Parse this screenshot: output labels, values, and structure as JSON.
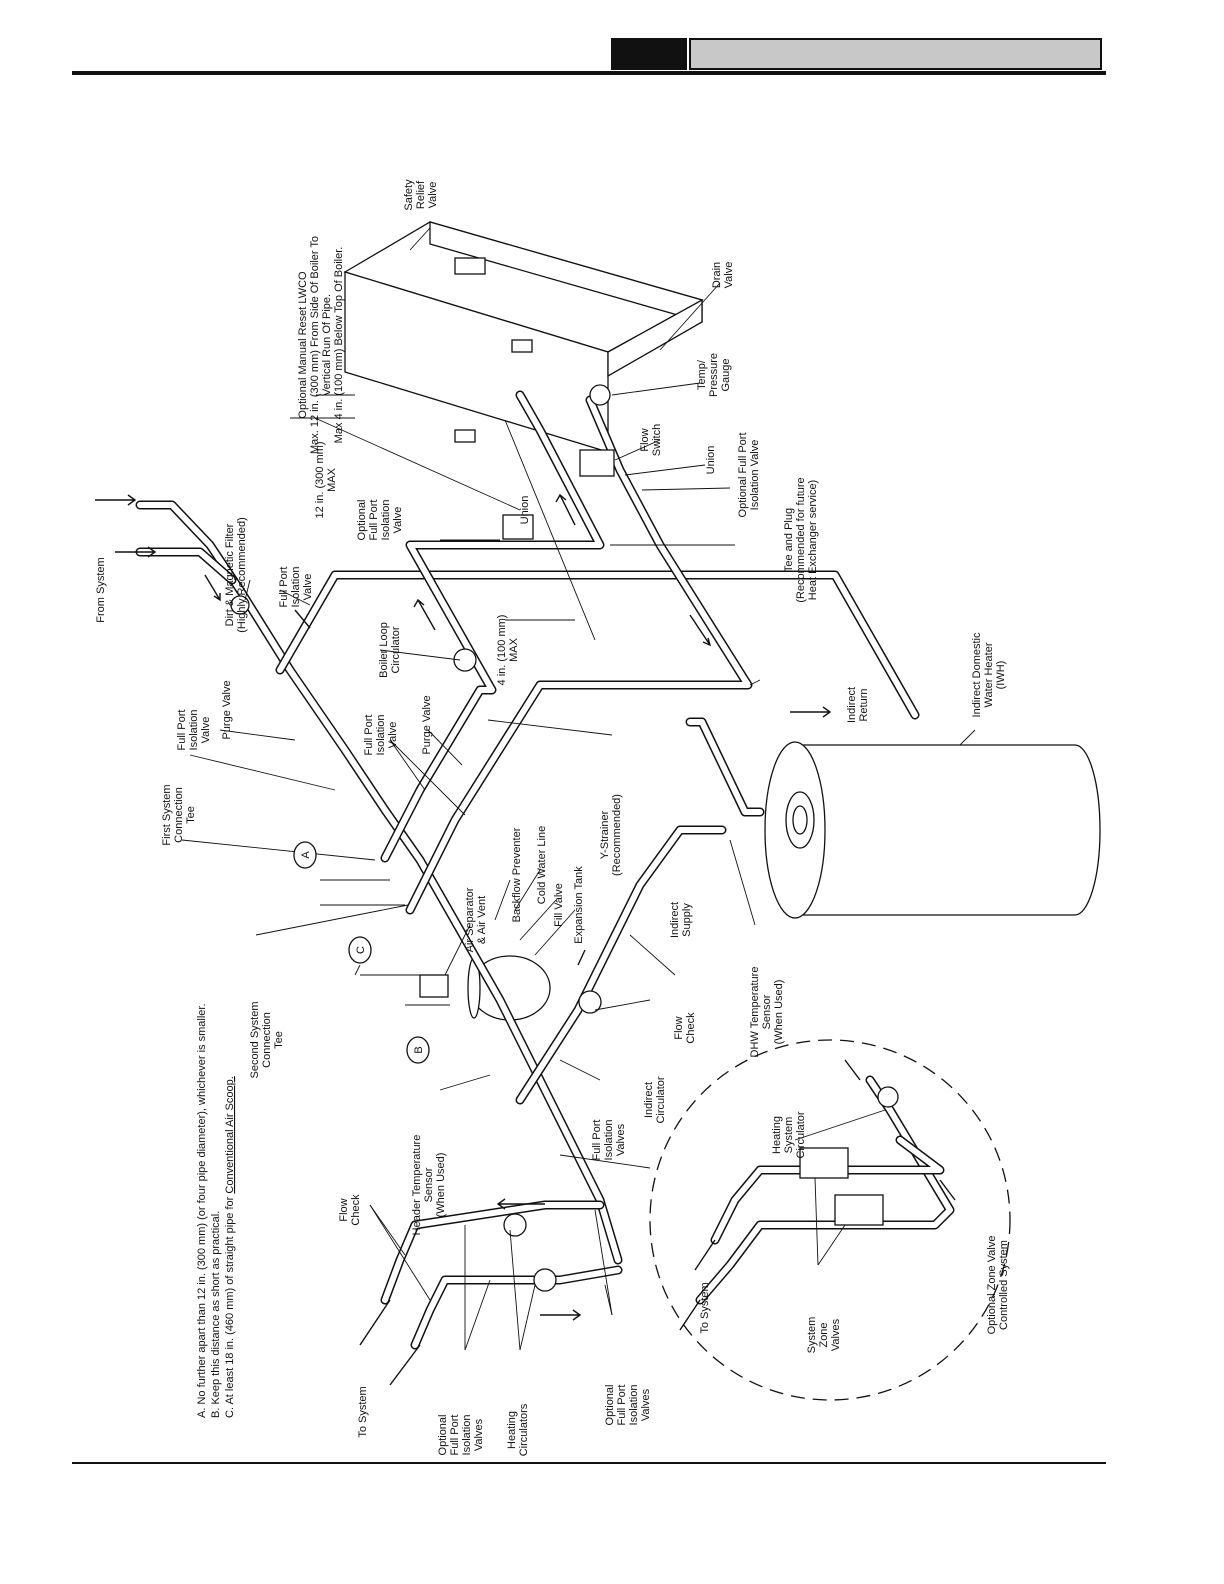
{
  "notes": {
    "a": "A. No further apart than 12 in. (300 mm) (or four pipe diameter), whichever is smaller.",
    "b": "B. Keep this distance as short as practical.",
    "c_prefix": "C. At least 18 in. (460 mm) of straight pipe for ",
    "c_underlined": "Conventional Air Scoop."
  },
  "markers": {
    "a": "A",
    "b": "B",
    "c": "C"
  },
  "labels": {
    "lwco": [
      "Optional Manual Reset LWCO",
      "Max. 12 in. (300 mm) From Side Of Boiler To",
      "Vertical Run Of Pipe.",
      "Max 4 in. (100 mm) Below Top Of Boiler."
    ],
    "safety_relief": [
      "Safety",
      "Relief",
      "Valve"
    ],
    "drain_valve": [
      "Drain",
      "Valve"
    ],
    "temp_pressure": [
      "Temp/",
      "Pressure",
      "Gauge"
    ],
    "opt_iso_future": [
      "Optional Full Port",
      "Isolation Valve"
    ],
    "flow_switch": [
      "Flow",
      "Switch"
    ],
    "union_right": [
      "Union"
    ],
    "union_center": [
      "Union"
    ],
    "tee_plug": [
      "Tee and Plug",
      "(Recommended for future",
      "Heat Exchanger service)"
    ],
    "twelve_max": [
      "12 in. (300 mm)",
      "MAX"
    ],
    "four_max": [
      "4 in. (100 mm)",
      "MAX"
    ],
    "opt_iso_boiler": [
      "Optional",
      "Full Port",
      "Isolation",
      "Valve"
    ],
    "dirt_filter": [
      "Dirt & Magnetic Filter",
      "(Highly Recommended)"
    ],
    "from_system": [
      "From System"
    ],
    "full_port_iso_top": [
      "Full Port",
      "Isolation",
      "Valve"
    ],
    "boiler_loop_circ": [
      "Boiler Loop",
      "Circulator"
    ],
    "indirect_dhw": [
      "Indirect Domestic",
      "Water Heater",
      "(IWH)"
    ],
    "indirect_return": [
      "Indirect",
      "Return"
    ],
    "purge_valve_left": [
      "Purge Valve"
    ],
    "full_port_iso_left": [
      "Full Port",
      "Isolation",
      "Valve"
    ],
    "first_sys_tee": [
      "First System",
      "Connection",
      "Tee"
    ],
    "full_port_iso_mid": [
      "Full Port",
      "Isolation",
      "Valve"
    ],
    "purge_valve_mid": [
      "Purge Valve"
    ],
    "y_strainer": [
      "Y-Strainer",
      "(Recommended)"
    ],
    "air_separator": [
      "Air Separator",
      "& Air Vent"
    ],
    "backflow": [
      "Backflow Preventer"
    ],
    "cold_water": [
      "Cold Water Line"
    ],
    "fill_valve": [
      "Fill Valve"
    ],
    "expansion_tank": [
      "Expansion Tank"
    ],
    "indirect_supply": [
      "Indirect",
      "Supply"
    ],
    "dhw_sensor": [
      "DHW Temperature",
      "Sensor",
      "(When Used)"
    ],
    "flow_check_right": [
      "Flow",
      "Check"
    ],
    "indirect_circ": [
      "Indirect",
      "Circulator"
    ],
    "full_port_iso_valves": [
      "Full Port",
      "Isolation",
      "Valves"
    ],
    "second_sys_tee": [
      "Second System",
      "Connection",
      "Tee"
    ],
    "header_sensor": [
      "Header Temperature",
      "Sensor",
      "(When Used)"
    ],
    "flow_check_left": [
      "Flow",
      "Check"
    ],
    "to_system_left": [
      "To System"
    ],
    "opt_iso_valves_left": [
      "Optional",
      "Full Port",
      "Isolation",
      "Valves"
    ],
    "heating_circs": [
      "Heating",
      "Circulators"
    ],
    "opt_iso_valves_right": [
      "Optional",
      "Full Port",
      "Isolation",
      "Valves"
    ],
    "heating_sys_circ": [
      "Heating",
      "System",
      "Circulator"
    ],
    "to_system_zone": [
      "To System"
    ],
    "system_zone_valves": [
      "System",
      "Zone",
      "Valves"
    ],
    "opt_zone_valve": [
      "Optional Zone Valve",
      "Controlled System"
    ]
  }
}
